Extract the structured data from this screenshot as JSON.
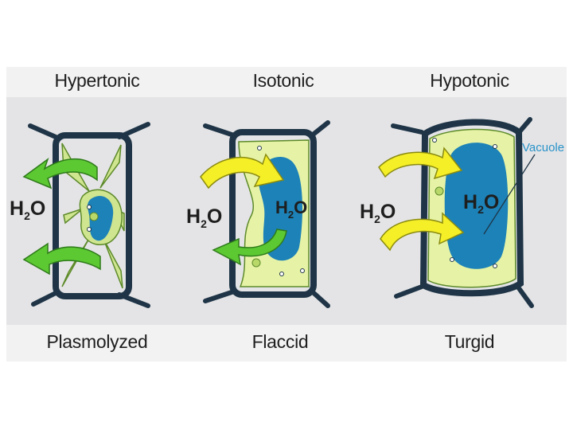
{
  "conditions": [
    {
      "tonicity": "Hypertonic",
      "state": "Plasmolyzed"
    },
    {
      "tonicity": "Isotonic",
      "state": "Flaccid"
    },
    {
      "tonicity": "Hypotonic",
      "state": "Turgid"
    }
  ],
  "water": {
    "symbol": "H",
    "subscript": "2",
    "suffix": "O"
  },
  "vacuole_label": "Vacuole",
  "colors": {
    "cell_wall": "#1f3547",
    "cytoplasm": "#e6f3a6",
    "cytoplasm_edge": "#5d8a2a",
    "vacuole": "#1c82b8",
    "arrow_out": "#5cc832",
    "arrow_in": "#f5ef28",
    "vacuole_label": "#2a93c9"
  }
}
